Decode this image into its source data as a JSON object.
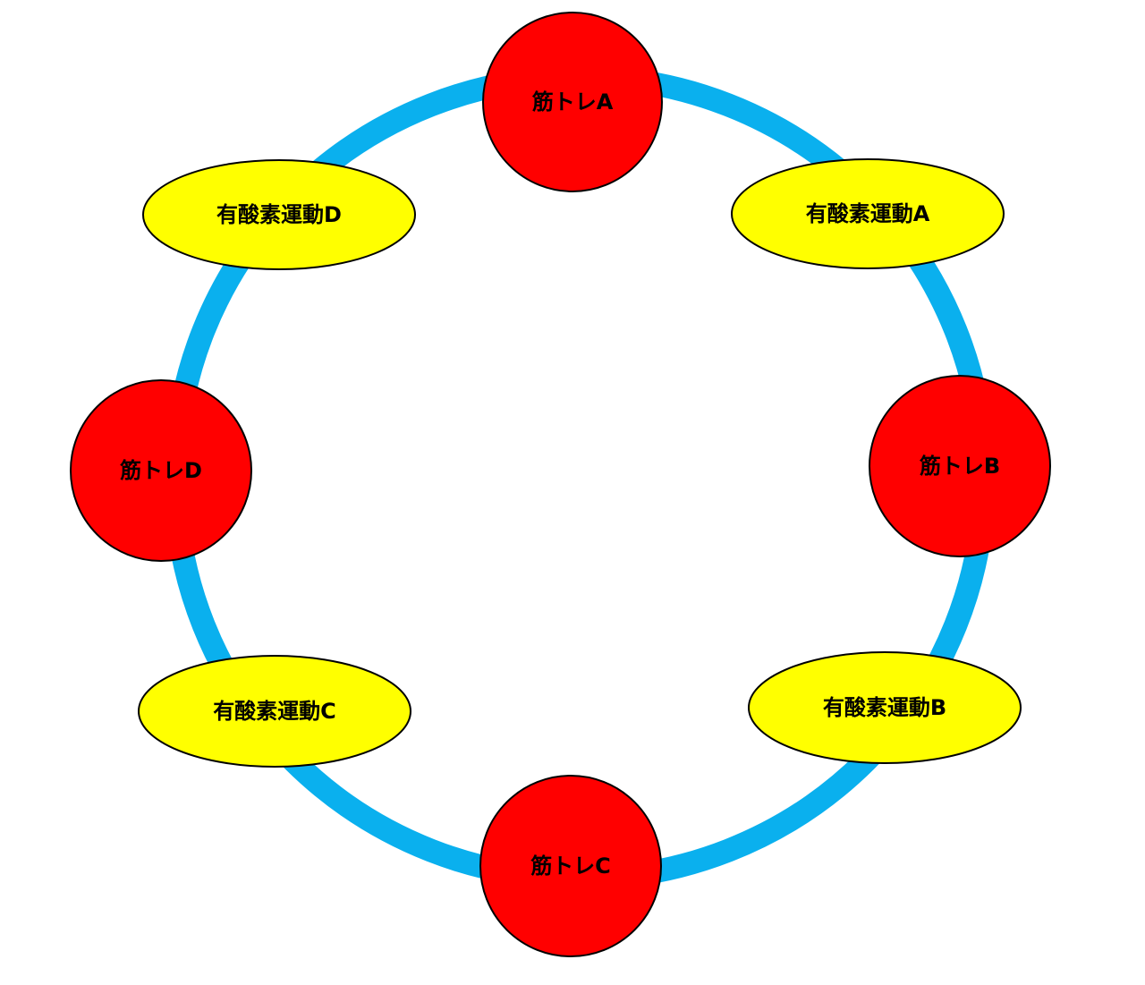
{
  "colors": {
    "ring": "#0ab0ee",
    "strength": "#ff0000",
    "cardio": "#ffff00",
    "outline": "#000000",
    "text": "#000000"
  },
  "nodes": [
    {
      "id": "strength-a",
      "kind": "strength",
      "label": "筋トレA"
    },
    {
      "id": "cardio-a",
      "kind": "cardio",
      "label": "有酸素運動A"
    },
    {
      "id": "strength-b",
      "kind": "strength",
      "label": "筋トレB"
    },
    {
      "id": "cardio-b",
      "kind": "cardio",
      "label": "有酸素運動B"
    },
    {
      "id": "strength-c",
      "kind": "strength",
      "label": "筋トレC"
    },
    {
      "id": "cardio-c",
      "kind": "cardio",
      "label": "有酸素運動C"
    },
    {
      "id": "strength-d",
      "kind": "strength",
      "label": "筋トレD"
    },
    {
      "id": "cardio-d",
      "kind": "cardio",
      "label": "有酸素運動D"
    }
  ]
}
